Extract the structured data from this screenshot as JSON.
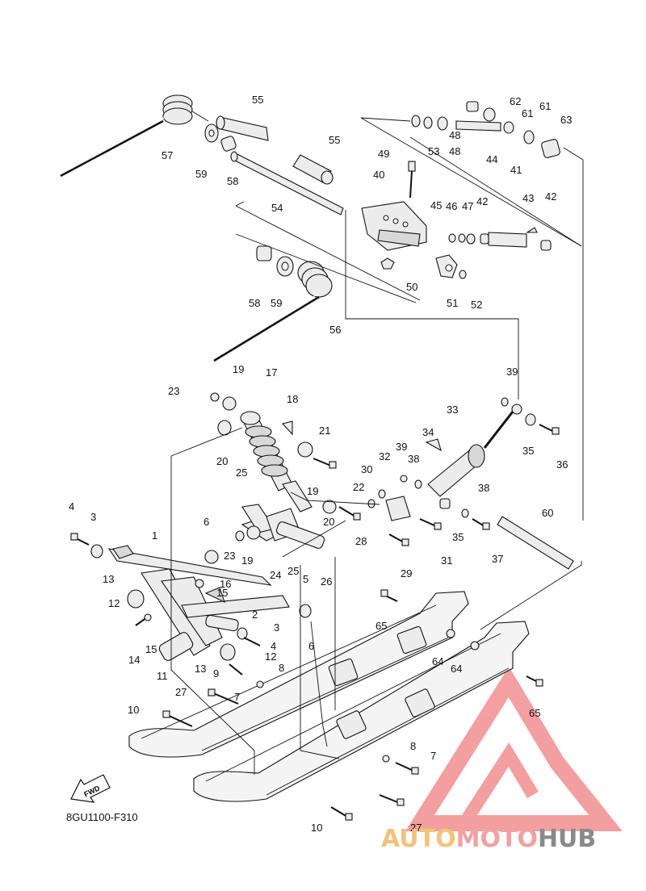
{
  "diagram": {
    "drawing_code": "8GU1100-F310",
    "fwd_label": "FWD",
    "callouts": [
      "1",
      "2",
      "3",
      "3",
      "4",
      "4",
      "5",
      "6",
      "6",
      "7",
      "7",
      "8",
      "8",
      "9",
      "10",
      "10",
      "11",
      "12",
      "12",
      "13",
      "13",
      "14",
      "15",
      "15",
      "16",
      "17",
      "18",
      "19",
      "19",
      "19",
      "20",
      "20",
      "21",
      "22",
      "23",
      "23",
      "24",
      "25",
      "25",
      "26",
      "27",
      "27",
      "28",
      "29",
      "30",
      "31",
      "32",
      "33",
      "34",
      "35",
      "35",
      "36",
      "37",
      "38",
      "38",
      "39",
      "39",
      "40",
      "41",
      "42",
      "42",
      "43",
      "44",
      "45",
      "46",
      "47",
      "48",
      "48",
      "49",
      "50",
      "51",
      "52",
      "53",
      "54",
      "55",
      "55",
      "56",
      "57",
      "58",
      "58",
      "59",
      "59",
      "60",
      "61",
      "61",
      "62",
      "63",
      "64",
      "64",
      "65",
      "65"
    ]
  },
  "watermark": {
    "part1": "AUTO",
    "part2": "MOTO",
    "part3": "HUB",
    "colors": {
      "auto": "#f4c27a",
      "moto": "#f2a0a0",
      "hub": "#8a8a8a",
      "triangle": "#f08080"
    }
  }
}
